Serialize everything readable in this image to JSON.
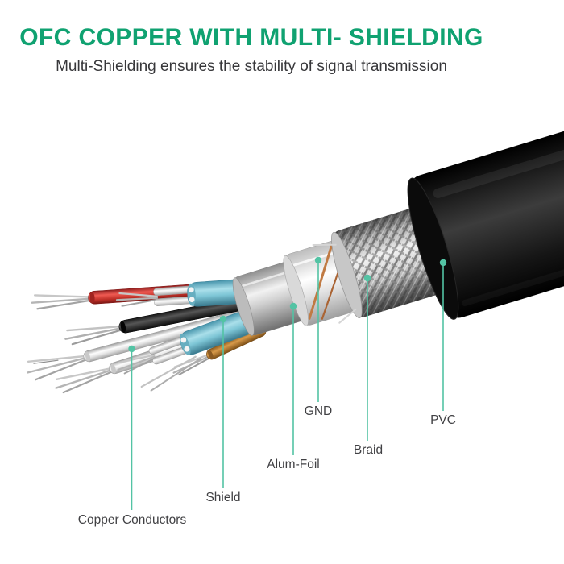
{
  "header": {
    "title": "OFC COPPER WITH MULTI- SHIELDING",
    "subtitle": "Multi-Shielding ensures the stability of signal transmission"
  },
  "callouts": [
    {
      "id": "copper-conductors",
      "label": "Copper Conductors"
    },
    {
      "id": "shield",
      "label": "Shield"
    },
    {
      "id": "alum-foil",
      "label": "Alum-Foil"
    },
    {
      "id": "gnd",
      "label": "GND"
    },
    {
      "id": "braid",
      "label": "Braid"
    },
    {
      "id": "pvc",
      "label": "PVC"
    }
  ],
  "colors": {
    "title_green": "#10a271",
    "callout_teal": "#53c3a4",
    "text_dark": "#414144",
    "pvc_black": "#0b0b0b",
    "teal_pair": "#8fd0dc",
    "wire_red": "#d84040",
    "wire_orange": "#c98737",
    "copper_drain": "#c07a43",
    "braid_silver": "#cfcfcf"
  }
}
